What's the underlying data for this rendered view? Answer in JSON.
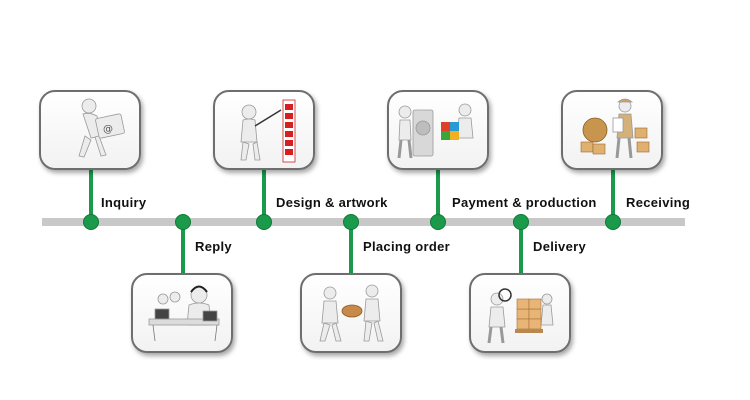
{
  "steps": [
    {
      "id": "inquiry",
      "label": "Inquiry",
      "image": "person-with-email-envelope"
    },
    {
      "id": "reply",
      "label": "Reply",
      "image": "call-center-operators-with-headsets"
    },
    {
      "id": "design",
      "label": "Design & artwork",
      "image": "presenter-with-pointer-and-board"
    },
    {
      "id": "placing",
      "label": "Placing order",
      "image": "two-people-handing-over-package"
    },
    {
      "id": "payment",
      "label": "Payment & production",
      "image": "person-at-machine-with-puzzle-pieces"
    },
    {
      "id": "delivery",
      "label": "Delivery",
      "image": "person-with-magnifier-and-pallet-boxes"
    },
    {
      "id": "receiving",
      "label": "Receiving",
      "image": "courier-with-clipboard-globe-and-boxes"
    }
  ],
  "colors": {
    "accent_green": "#1a9a4a",
    "timeline_gray": "#c8c8c8",
    "box_border": "#6e6e6e"
  }
}
